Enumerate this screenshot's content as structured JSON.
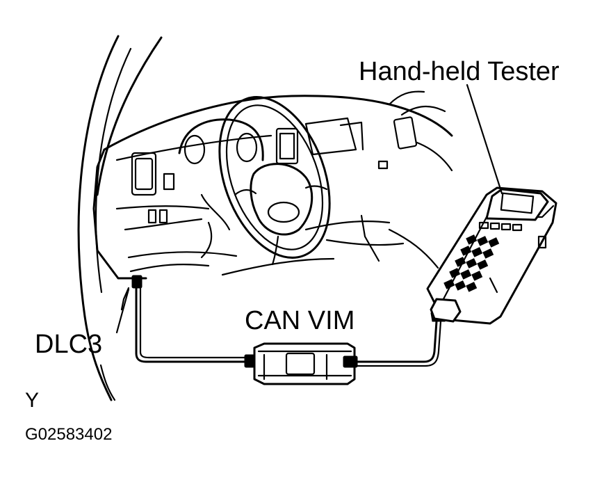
{
  "labels": {
    "tester": "Hand-held Tester",
    "can_vim": "CAN VIM",
    "dlc3": "DLC3",
    "view_code": "Y",
    "figure_id": "G02583402"
  },
  "colors": {
    "ink": "#000000",
    "paper": "#ffffff"
  }
}
